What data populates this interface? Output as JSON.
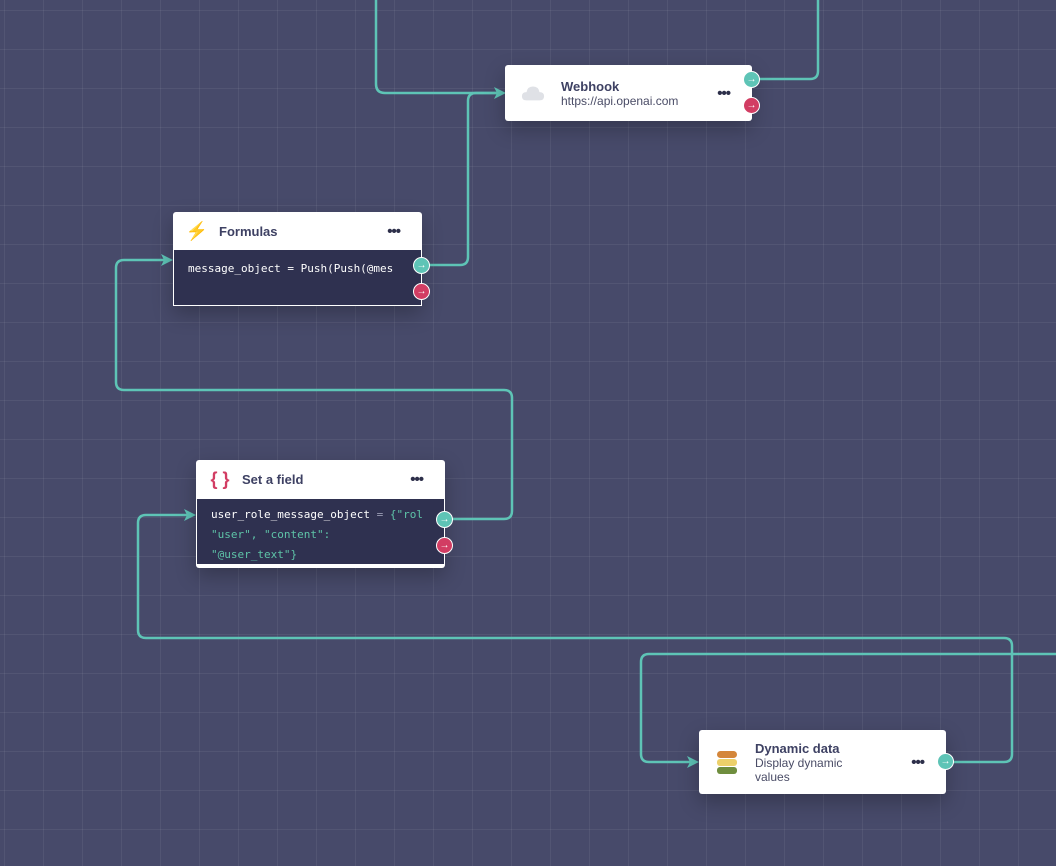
{
  "colors": {
    "wire": "#5ec4b6",
    "success_port": "#5ec4b6",
    "error_port": "#d23d63",
    "canvas": "#474a6a"
  },
  "nodes": {
    "webhook": {
      "title": "Webhook",
      "subtitle": "https://api.openai.com",
      "icon": "cloud-icon"
    },
    "formulas": {
      "title": "Formulas",
      "icon": "lightning-icon",
      "code": "message_object = Push(Push(@mes"
    },
    "set_field": {
      "title": "Set a field",
      "icon": "braces-icon",
      "code_var": "user_role_message_object",
      "code_op": " = ",
      "code_line1": "{\"rol",
      "code_line2": "\"user\", \"content\":",
      "code_line3": "\"@user_text\"}"
    },
    "dynamic": {
      "title": "Dynamic data",
      "subtitle_line1": "Display dynamic",
      "subtitle_line2": "values",
      "icon": "database-icon"
    }
  },
  "menu_glyph": "•••",
  "port_glyph": "→"
}
